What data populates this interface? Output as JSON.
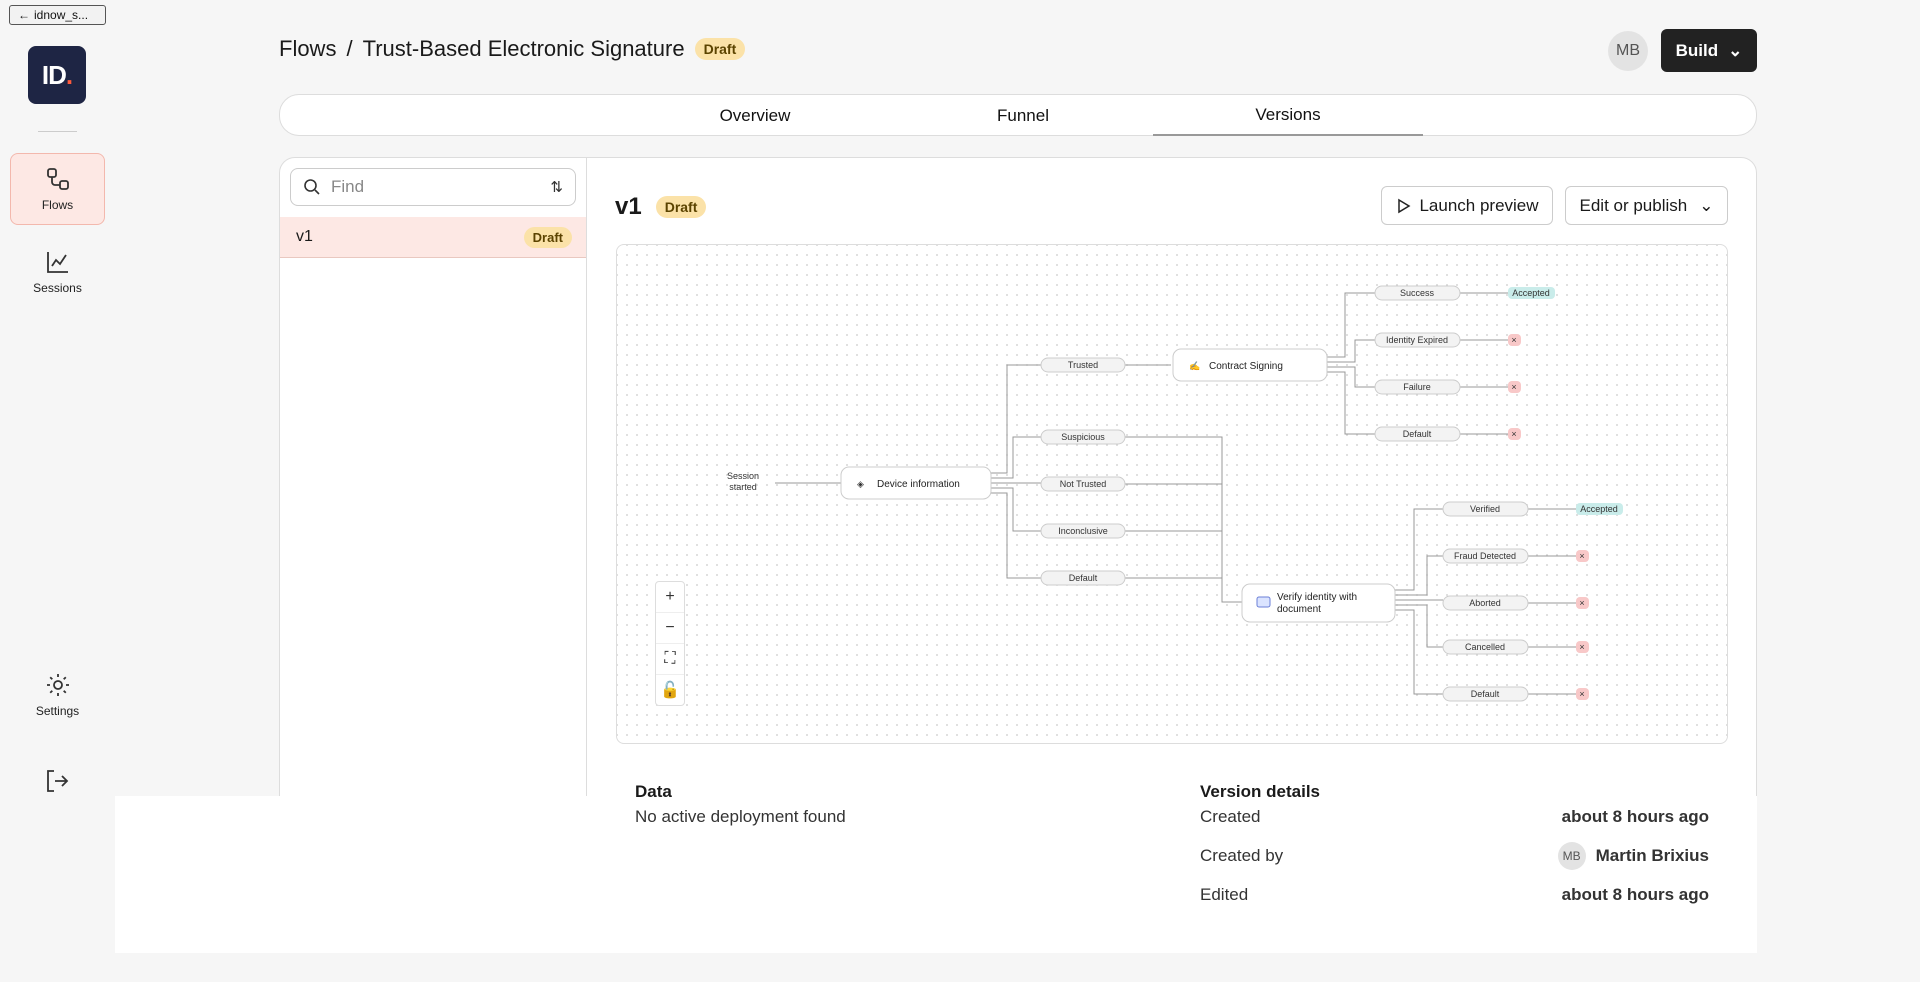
{
  "sidebar": {
    "back_label": "idnow_s...",
    "logo_text": "ID",
    "items": [
      {
        "label": "Flows",
        "icon": "flows-icon"
      },
      {
        "label": "Sessions",
        "icon": "chart-icon"
      },
      {
        "label": "Settings",
        "icon": "gear-icon"
      }
    ],
    "logout_icon": "logout-icon"
  },
  "header": {
    "crumb_root": "Flows",
    "crumb_sep": "/",
    "crumb_title": "Trust-Based Electronic Signature",
    "status": "Draft",
    "avatar_initials": "MB",
    "build_label": "Build"
  },
  "tabs": [
    {
      "label": "Overview",
      "active": false
    },
    {
      "label": "Funnel",
      "active": false
    },
    {
      "label": "Versions",
      "active": true
    }
  ],
  "versions": {
    "search_placeholder": "Find",
    "items": [
      {
        "name": "v1",
        "status": "Draft"
      }
    ]
  },
  "detail": {
    "version": "v1",
    "status": "Draft",
    "launch_label": "Launch preview",
    "edit_label": "Edit or publish"
  },
  "flow": {
    "start_label_1": "Session",
    "start_label_2": "started",
    "device_node": "Device information",
    "device_branches": [
      "Trusted",
      "Suspicious",
      "Not Trusted",
      "Inconclusive",
      "Default"
    ],
    "contract_node": "Contract Signing",
    "contract_branches": [
      "Success",
      "Identity Expired",
      "Failure",
      "Default"
    ],
    "verify_node_1": "Verify identity with",
    "verify_node_2": "document",
    "verify_branches": [
      "Verified",
      "Fraud Detected",
      "Aborted",
      "Cancelled",
      "Default"
    ],
    "accepted_label": "Accepted",
    "rejected_glyph": "×"
  },
  "data_section": {
    "title": "Data",
    "value": "No active deployment found"
  },
  "version_details": {
    "title": "Version details",
    "created_label": "Created",
    "created_value": "about 8 hours ago",
    "created_by_label": "Created by",
    "created_by_initials": "MB",
    "created_by_value": "Martin Brixius",
    "edited_label": "Edited",
    "edited_value": "about 8 hours ago"
  }
}
